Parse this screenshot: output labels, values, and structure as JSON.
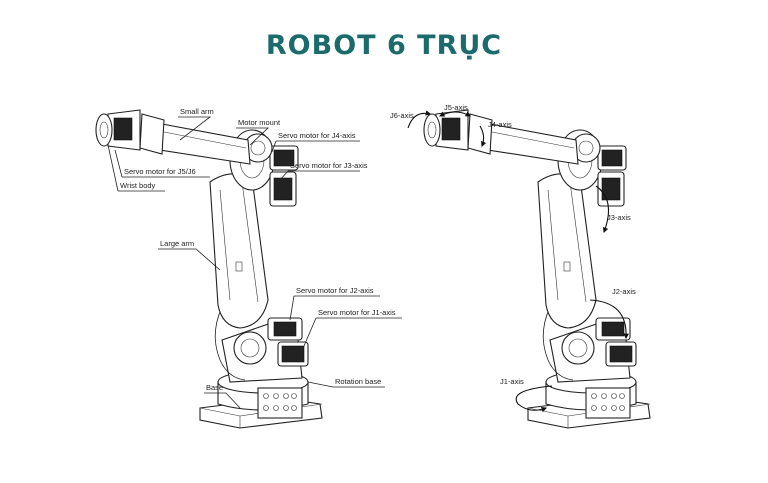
{
  "title": "ROBOT 6 TRỤC",
  "left_diagram": {
    "labels": {
      "small_arm": "Small arm",
      "motor_mount": "Motor mount",
      "servo_j4": "Servo motor for J4-axis",
      "servo_j3": "Servo motor for J3-axis",
      "servo_j56": "Servo motor for J5/J6",
      "wrist_body": "Wrist body",
      "large_arm": "Large arm",
      "servo_j2": "Servo motor for J2-axis",
      "servo_j1": "Servo motor for J1-axis",
      "rotation_base": "Rotation base",
      "base": "Base"
    }
  },
  "right_diagram": {
    "labels": {
      "j6": "J6-axis",
      "j5": "J5-axis",
      "j4": "J4-axis",
      "j3": "J3-axis",
      "j2": "J2-axis",
      "j1": "J1-axis"
    }
  },
  "colors": {
    "title": "#1b6b6c",
    "lines": "#222222"
  }
}
